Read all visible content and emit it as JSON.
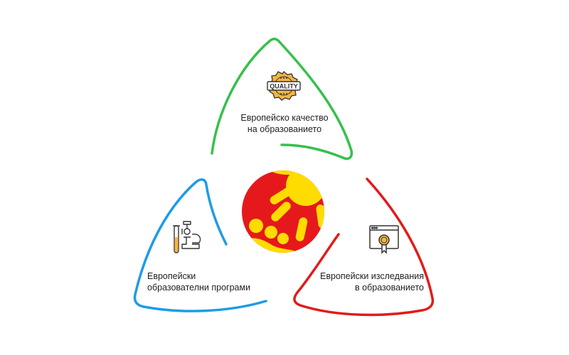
{
  "colors": {
    "green": "#36c04a",
    "blue": "#1e9be6",
    "red": "#e21b1b",
    "logo_red": "#e5191c",
    "logo_yellow": "#ffdc00",
    "icon_orange": "#f5b545",
    "icon_stroke": "#333333",
    "text": "#222222"
  },
  "segments": [
    {
      "id": "quality",
      "color": "green",
      "icon": "quality-badge-icon",
      "icon_text": "QUALITY",
      "lines": [
        "Европейско качество",
        "на образованието"
      ]
    },
    {
      "id": "programs",
      "color": "blue",
      "icon": "microscope-test-tube-icon",
      "lines": [
        "Европейски",
        "образователни програми"
      ]
    },
    {
      "id": "research",
      "color": "red",
      "icon": "certificate-window-icon",
      "lines": [
        "Европейски изследвания",
        "в образованието"
      ]
    }
  ],
  "center": {
    "icon": "sun-logo-icon"
  }
}
